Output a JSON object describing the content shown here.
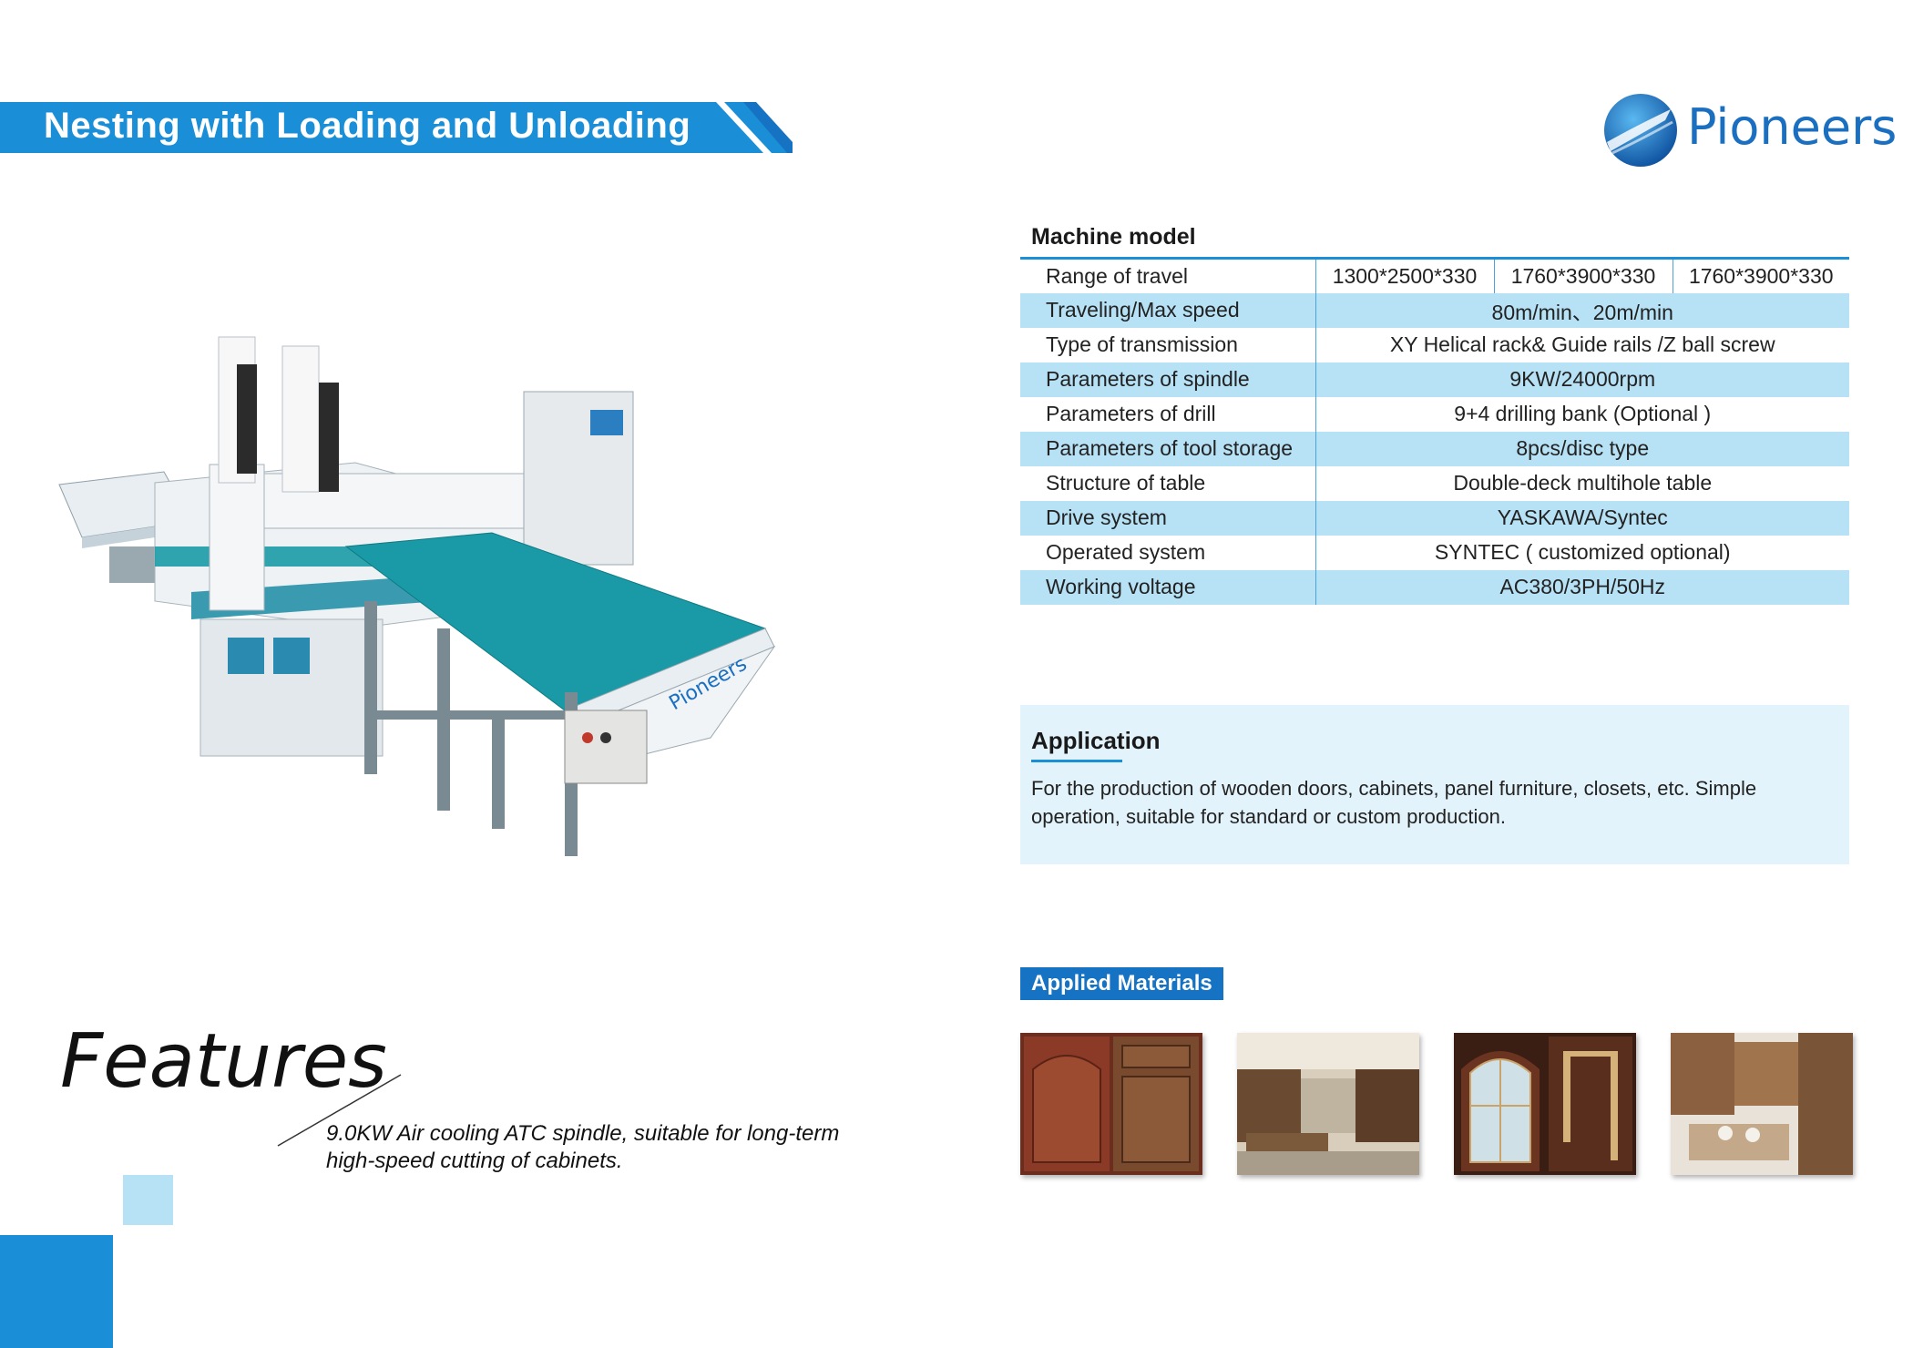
{
  "header": {
    "title": "Nesting with Loading and Unloading"
  },
  "logo": {
    "text": "Pioneers",
    "icon": "globe-arrow-icon"
  },
  "machine_image": {
    "icon": "cnc-nesting-machine-illustration",
    "watermark": "Pioneers"
  },
  "spec": {
    "title": "Machine model",
    "rows": [
      {
        "label": "Range of travel",
        "values": [
          "1300*2500*330",
          "1760*3900*330",
          "1760*3900*330"
        ]
      },
      {
        "label": "Traveling/Max speed",
        "value": "80m/min、20m/min"
      },
      {
        "label": "Type of transmission",
        "value": "XY Helical rack& Guide rails /Z ball screw"
      },
      {
        "label": "Parameters of spindle",
        "value": "9KW/24000rpm"
      },
      {
        "label": "Parameters of drill",
        "value": "9+4 drilling bank  (Optional )"
      },
      {
        "label": "Parameters of tool storage",
        "value": "8pcs/disc type"
      },
      {
        "label": "Structure of table",
        "value": "Double-deck multihole table"
      },
      {
        "label": "Drive system",
        "value": "YASKAWA/Syntec"
      },
      {
        "label": "Operated system",
        "value": "SYNTEC ( customized optional)"
      },
      {
        "label": "Working voltage",
        "value": "AC380/3PH/50Hz"
      }
    ]
  },
  "application": {
    "title": "Application",
    "text": "For the production of wooden doors, cabinets, panel furniture, closets, etc. Simple operation, suitable for standard or custom production."
  },
  "materials": {
    "title": "Applied Materials",
    "images": [
      "wooden-cabinet-doors-photo",
      "living-room-furniture-photo",
      "glass-and-wood-doors-photo",
      "kitchen-cabinets-photo"
    ]
  },
  "features": {
    "title": "Features",
    "text": "9.0KW Air cooling ATC spindle, suitable for long-term high-speed cutting of cabinets."
  },
  "colors": {
    "brand_blue": "#1a8fd8",
    "dark_blue": "#1673c3",
    "light_blue": "#b7e1f5",
    "panel_bg": "#e3f3fb",
    "teal": "#1a9aa6"
  }
}
